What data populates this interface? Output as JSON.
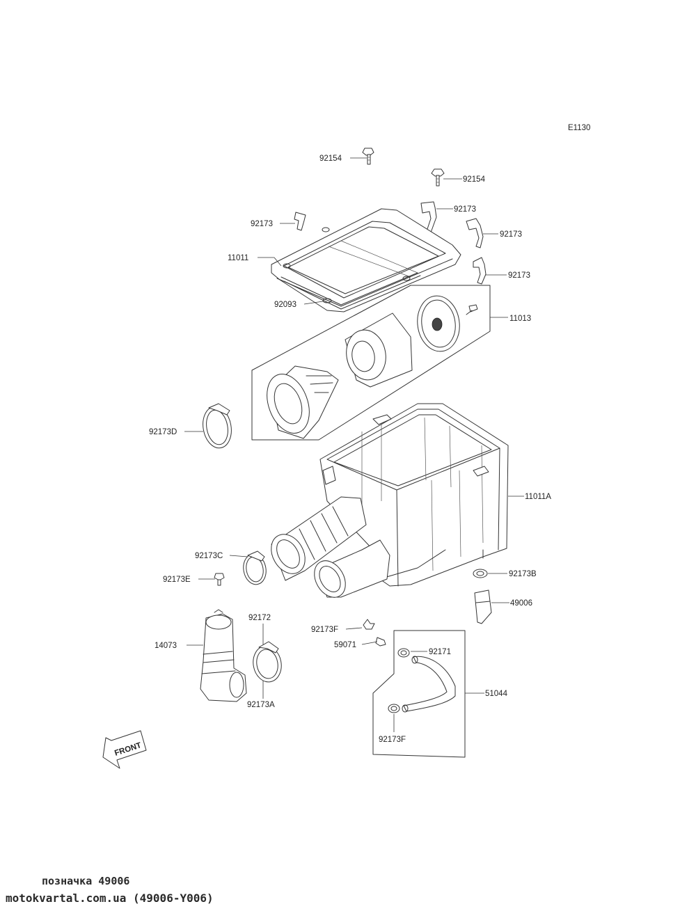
{
  "diagram": {
    "code": "E1130",
    "front_label": "FRONT",
    "labels": {
      "l92154a": "92154",
      "l92154b": "92154",
      "l92173a": "92173",
      "l92173b": "92173",
      "l92173c": "92173",
      "l92173d": "92173",
      "l11011": "11011",
      "l92093": "92093",
      "l11013": "11013",
      "l92173D": "92173D",
      "l11011A": "11011A",
      "l92173C": "92173C",
      "l92173E": "92173E",
      "l92173B": "92173B",
      "l49006": "49006",
      "l14073": "14073",
      "l92172": "92172",
      "l92173A": "92173A",
      "l92173F1": "92173F",
      "l59071": "59071",
      "l92171": "92171",
      "l51044": "51044",
      "l92173F2": "92173F"
    }
  },
  "footer": {
    "caption": "позначка 49006",
    "watermark": "motokvartal.com.ua (49006-Y006)"
  }
}
